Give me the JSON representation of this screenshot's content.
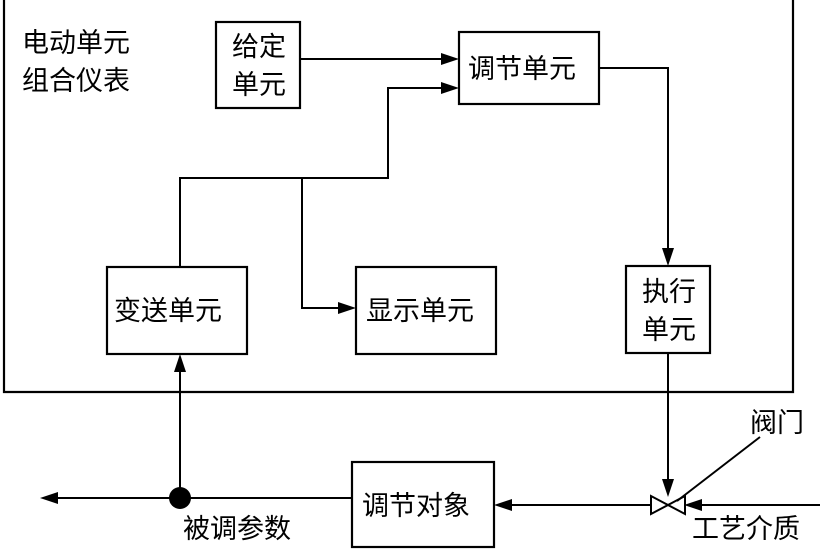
{
  "system_label": [
    "电动单元",
    "组合仪表"
  ],
  "blocks": {
    "setpoint": [
      "给定",
      "单元"
    ],
    "controller": "调节单元",
    "transmitter": "变送单元",
    "display": "显示单元",
    "actuator": [
      "执行",
      "单元"
    ],
    "process": "调节对象"
  },
  "labels": {
    "valve": "阀门",
    "controlled_variable": "被调参数",
    "process_medium": "工艺介质"
  }
}
